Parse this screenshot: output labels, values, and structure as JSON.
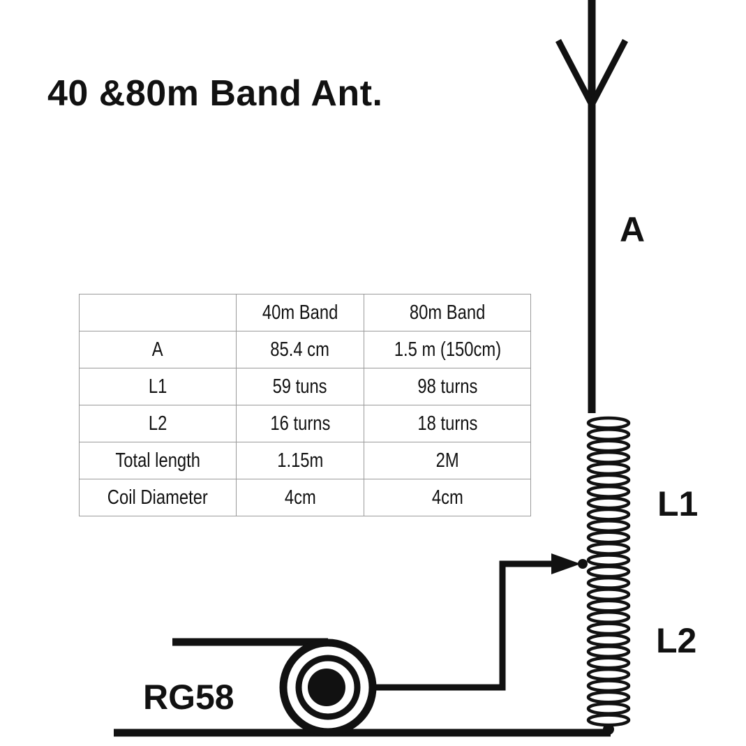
{
  "title": "40 &80m Band Ant.",
  "labels": {
    "a": "A",
    "l1": "L1",
    "l2": "L2",
    "coax": "RG58"
  },
  "table": {
    "headers": [
      "",
      "40m Band",
      "80m Band"
    ],
    "rows": [
      [
        "A",
        "85.4 cm",
        "1.5 m (150cm)"
      ],
      [
        "L1",
        "59 tuns",
        "98 turns"
      ],
      [
        "L2",
        "16 turns",
        "18 turns"
      ],
      [
        "Total length",
        "1.15m",
        "2M"
      ],
      [
        "Coil Diameter",
        "4cm",
        "4cm"
      ]
    ]
  }
}
